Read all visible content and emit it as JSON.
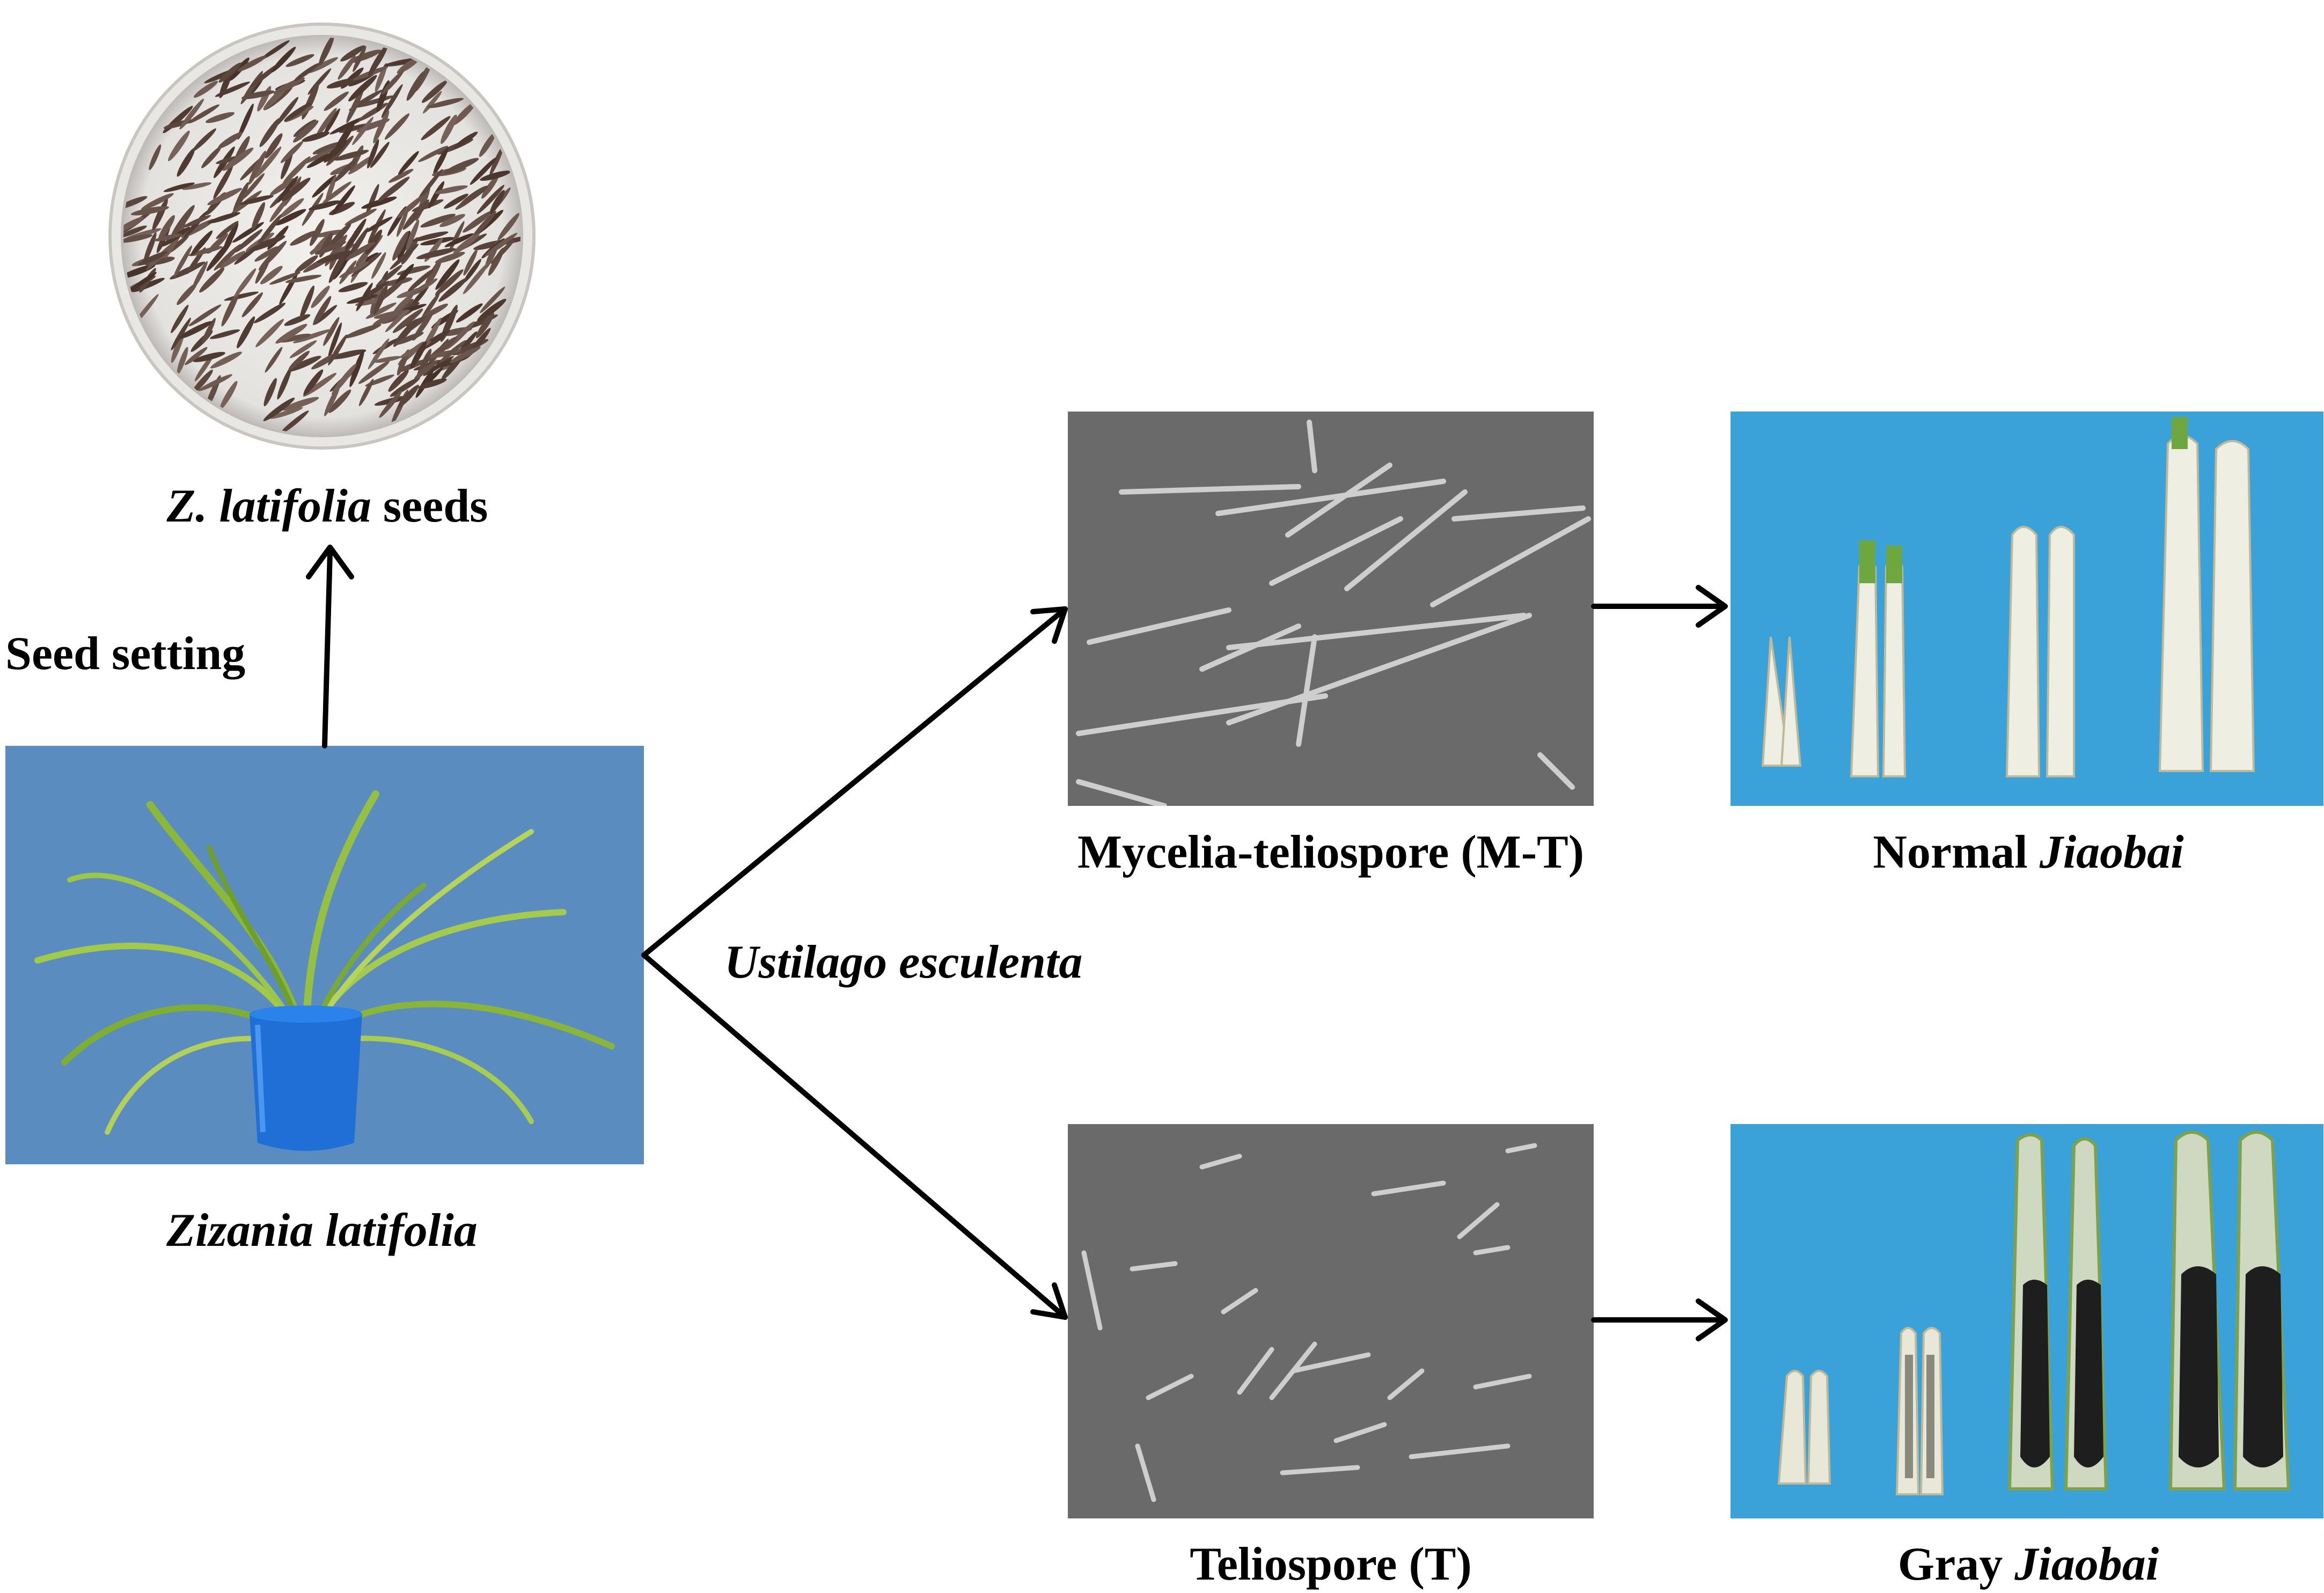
{
  "labels": {
    "seeds_italic": "Z. latifolia",
    "seeds_rest": " seeds",
    "seed_setting": "Seed setting",
    "plant": "Zizania latifolia",
    "fungus": "Ustilago esculenta",
    "mt": "Mycelia-teliospore (M-T)",
    "normal_prefix": "Normal ",
    "normal_italic": "Jiaobai",
    "t": "Teliospore (T)",
    "gray_prefix": "Gray ",
    "gray_italic": "Jiaobai"
  },
  "colors": {
    "plant_bg": "#5b8cc0",
    "jiaobai_bg": "#3aa2d8",
    "micro_bg": "#6a6a6a",
    "arrow": "#000000"
  }
}
